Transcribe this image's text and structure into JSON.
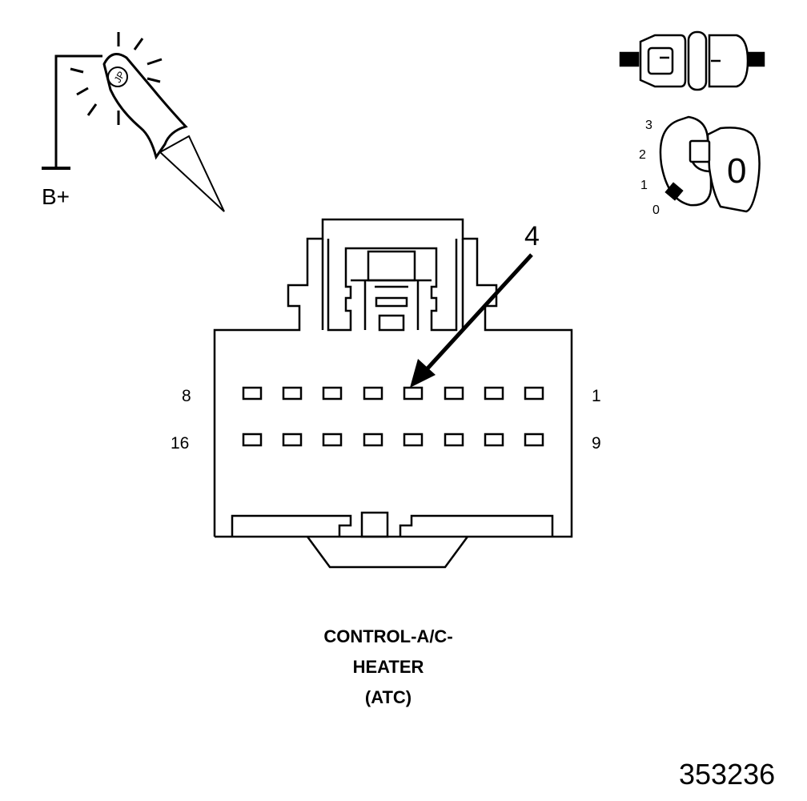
{
  "probe": {
    "supply_label": "B+"
  },
  "ignition": {
    "positions": [
      "3",
      "2",
      "1",
      "0"
    ]
  },
  "callout": {
    "label": "4"
  },
  "connector": {
    "row1": {
      "left_label": "8",
      "right_label": "1",
      "cavity_count": 8
    },
    "row2": {
      "left_label": "16",
      "right_label": "9",
      "cavity_count": 8
    },
    "highlighted_pin": "4"
  },
  "caption": {
    "lines": [
      "CONTROL-A/C-",
      "HEATER",
      "(ATC)"
    ]
  },
  "figure_id": "353236",
  "colors": {
    "line": "#000000",
    "background": "#ffffff"
  }
}
